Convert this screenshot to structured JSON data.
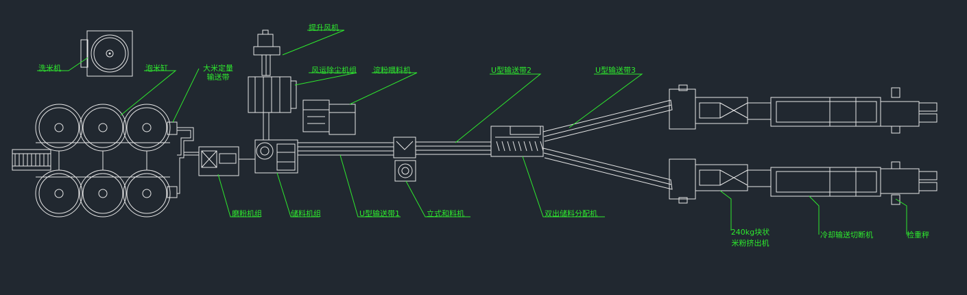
{
  "diagram": {
    "title": "",
    "background_color": "#212830",
    "line_color": "#e8e8e8",
    "label_color": "#2eea2e",
    "labels": {
      "rice_washer": "洗米机",
      "soaking_tank": "泡米缸",
      "rice_conveyor_line1": "大米定量",
      "rice_conveyor_line2": "输送带",
      "lift_fan": "提升风机",
      "dust_collector": "风运除尘机组",
      "powder_feeder": "淀粉喂料机",
      "u_conveyor_2": "U型输送带2",
      "u_conveyor_3": "U型输送带3",
      "mill_unit": "磨粉机组",
      "storage_unit": "储料机组",
      "u_conveyor_1": "U型输送带1",
      "vertical_mixer": "立式和料机",
      "dual_distributor": "双出储料分配机",
      "extruder_line1": "240kg块状",
      "extruder_line2": "米粉挤出机",
      "cooling_cutter": "冷却输送切断机",
      "check_scale": "检重秤"
    }
  }
}
